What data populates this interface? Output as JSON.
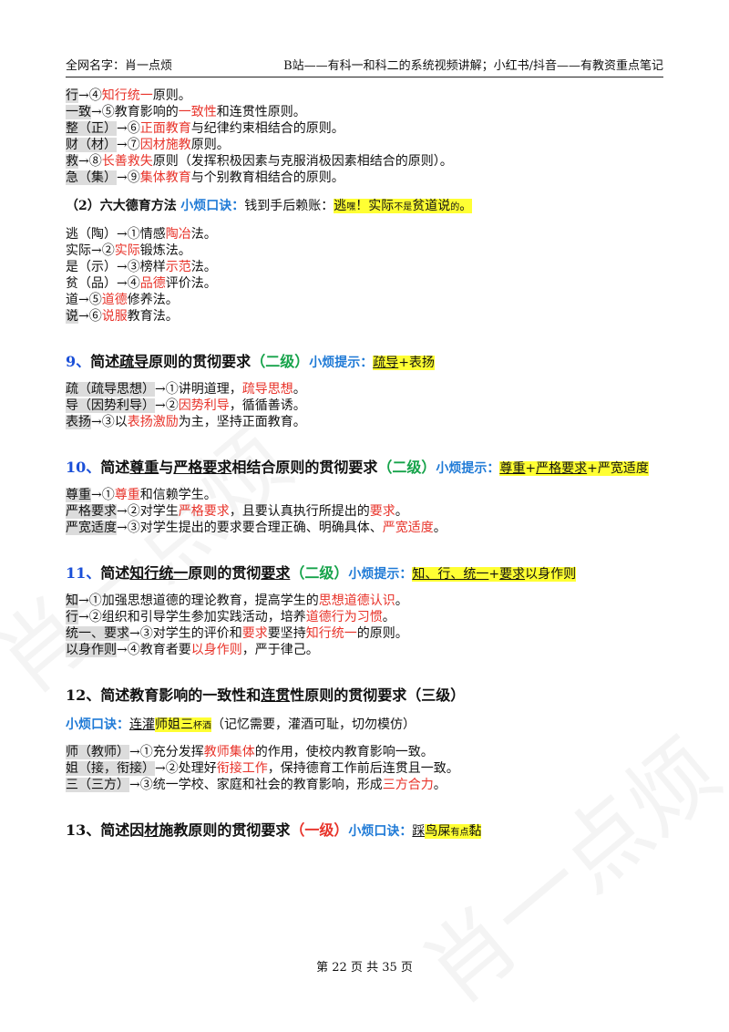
{
  "header": {
    "left": "全网名字：肖一点烦",
    "right": "B站——有科一和科二的系统视频讲解；小红书/抖音——有教资重点笔记"
  },
  "principles": [
    {
      "key": "行",
      "arrow": "→④",
      "hl": "知行统一",
      "rest": "原则。"
    },
    {
      "key": "一致",
      "arrow": "→⑤教育影响的",
      "hl": "一致性",
      "rest": "和连贯性原则。"
    },
    {
      "key": "整（正）",
      "arrow": "→⑥",
      "hl": "正面教育",
      "rest": "与纪律约束相结合的原则。"
    },
    {
      "key": "财（材）",
      "arrow": "→⑦",
      "hl": "因材施教",
      "rest": "原则。"
    },
    {
      "key": "救",
      "arrow": "→⑧",
      "hl": "长善救失",
      "rest": "原则（发挥积极因素与克服消极因素相结合的原则）。"
    },
    {
      "key": "急（集）",
      "arrow": "→⑨",
      "hl": "集体教育",
      "rest": "与个别教育相结合的原则。"
    }
  ],
  "methods_heading": {
    "title": "（2）六大德育方法",
    "tip_label": "小烦口诀：",
    "tip": "钱到手后赖账：",
    "hl_a": "逃",
    "hl_b": "嘿",
    "hl_c": "！实际",
    "hl_d": "不是",
    "hl_e": "贫道说",
    "hl_f": "的",
    "hl_g": "。"
  },
  "methods": [
    {
      "key": "逃（陶）",
      "arrow": "→①情感",
      "hl": "陶冶",
      "rest": "法。"
    },
    {
      "key": "实际",
      "arrow": "→②",
      "hl": "实际",
      "rest": "锻炼法。"
    },
    {
      "key": "是（示）",
      "arrow": "→③榜样",
      "hl": "示范",
      "rest": "法。"
    },
    {
      "key": "贫（品）",
      "arrow": "→④",
      "hl": "品德",
      "rest": "评价法。"
    },
    {
      "key": "道",
      "arrow": "→⑤",
      "hl": "道德",
      "rest": "修养法。"
    },
    {
      "key": "说",
      "arrow": "→⑥",
      "hl": "说服",
      "rest": "教育法。"
    }
  ],
  "q9": {
    "num": "9、",
    "title_a": "简述",
    "title_ul": "疏导",
    "title_b": "原则的贯彻要求",
    "level": "（二级）",
    "tip_label": "小烦提示：",
    "tip_ul": "疏导",
    "tip_rest": "+表扬",
    "items": [
      {
        "key": "疏（疏导思想）",
        "arrow": "→①讲明道理，",
        "hl": "疏导思想",
        "rest": "。"
      },
      {
        "key": "导（因势利导）",
        "arrow": "→②",
        "hl": "因势利导",
        "rest": "，循循善诱。"
      },
      {
        "key": "表扬",
        "arrow": "→③以",
        "hl": "表扬激励",
        "rest": "为主，坚持正面教育。"
      }
    ]
  },
  "q10": {
    "num": "10、",
    "title_a": "简述",
    "title_ul1": "尊重",
    "title_mid": "与",
    "title_ul2": "严格要求",
    "title_b": "相结合原则的贯彻要求",
    "level": "（二级）",
    "tip_label": "小烦提示：",
    "tip_ul1": "尊重",
    "tip_plus1": "+",
    "tip_ul2": "严格要求",
    "tip_rest": "+严宽适度",
    "items": [
      {
        "key": "尊重",
        "arrow": "→①",
        "hl": "尊重",
        "rest": "和信赖学生。"
      },
      {
        "key": "严格要求",
        "arrow": "→②对学生",
        "hl": "严格要求",
        "rest": "，且要认真执行所提出的",
        "hl2": "要求",
        "rest2": "。"
      },
      {
        "key": "严宽适度",
        "arrow": "→③对学生提出的要求要合理正确、明确具体、",
        "hl": "严宽适度",
        "rest": "。"
      }
    ]
  },
  "q11": {
    "num": "11、",
    "title_a": "简述",
    "title_ul": "知行统一",
    "title_b": "原则的贯彻",
    "title_ul2": "要求",
    "level": "（二级）",
    "tip_label": "小烦提示：",
    "tip_ul": "知、行、统一",
    "tip_plus": "+",
    "tip_ul2": "要求",
    "tip_rest": "以身作则",
    "items": [
      {
        "key": "知",
        "arrow": "→①加强思想道德的理论教育，提高学生的",
        "hl": "思想道德认识",
        "rest": "。"
      },
      {
        "key": "行",
        "arrow": "→②组织和引导学生参加实践活动，培养",
        "hl": "道德行为习惯",
        "rest": "。"
      },
      {
        "key": "统一、要求",
        "arrow": "→③对学生的评价和",
        "hl": "要求",
        "rest": "要坚持",
        "hl2": "知行统一",
        "rest2": "的原则。"
      },
      {
        "key": "以身作则",
        "arrow": "→④教育者要",
        "hl": "以身作则",
        "rest": "，严于律己。"
      }
    ]
  },
  "q12": {
    "title_a": "12、简述教育影响的一致性和",
    "title_ul": "连贯",
    "title_b": "性原则的贯彻要求（三级）",
    "tip_label": "小烦口诀：",
    "tip_ul": "连灌",
    "tip_hl": "师姐三",
    "tip_small": "杯酒",
    "tip_rest": "（记忆需要，灌酒可耻，切勿模仿）",
    "items": [
      {
        "key": "师（教师）",
        "arrow": "→①充分发挥",
        "hl": "教师集体",
        "rest": "的作用，使校内教育影响一致。"
      },
      {
        "key": "姐（接，衔接）",
        "arrow": "→②处理好",
        "hl": "衔接工作",
        "rest": "，保持德育工作前后连贯且一致。"
      },
      {
        "key": "三（三方）",
        "arrow": "→③统一学校、家庭和社会的教育影响，形成",
        "hl": "三方合力",
        "rest": "。"
      }
    ]
  },
  "q13": {
    "num": "13、",
    "title_a": "简述因",
    "title_ul": "材",
    "title_b": "施教原则的贯彻要求",
    "level": "（一级）",
    "tip_label": "小烦口诀：",
    "tip_ul": "踩",
    "tip_hl1": "鸟屎",
    "tip_small": "有点",
    "tip_hl2": "黏"
  },
  "footer": "第 22 页 共 35 页",
  "watermark": "肖一点烦"
}
